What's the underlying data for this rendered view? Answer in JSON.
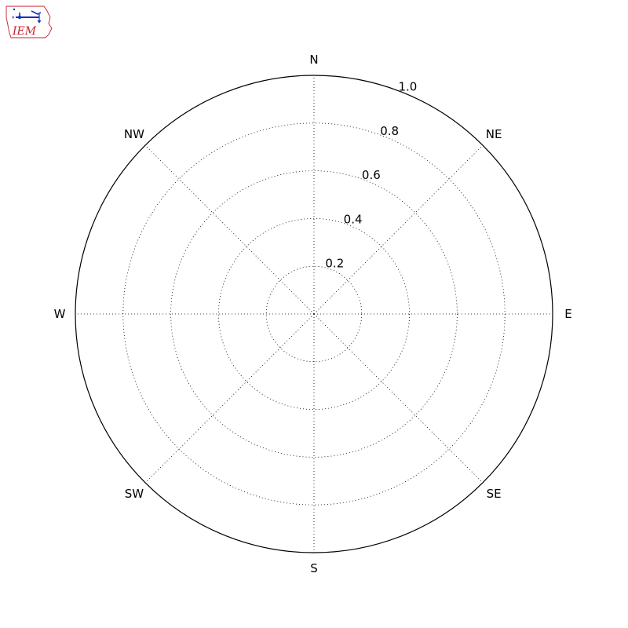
{
  "logo": {
    "text": "IEM",
    "accent_color": "#c8202a",
    "icon_color": "#1a2fbf",
    "icon": "iowa-state-outline-icon"
  },
  "chart_data": {
    "type": "polar",
    "title": "",
    "direction_labels": [
      "N",
      "NE",
      "E",
      "SE",
      "S",
      "SW",
      "W",
      "NW"
    ],
    "direction_angles_deg": [
      0,
      45,
      90,
      135,
      180,
      225,
      270,
      315
    ],
    "rlim": [
      0,
      1.0
    ],
    "r_ticks": [
      0.2,
      0.4,
      0.6,
      0.8,
      1.0
    ],
    "r_tick_labels": [
      "0.2",
      "0.4",
      "0.6",
      "0.8",
      "1.0"
    ],
    "r_label_angle_deg": 22.5,
    "grid": true,
    "series": []
  }
}
